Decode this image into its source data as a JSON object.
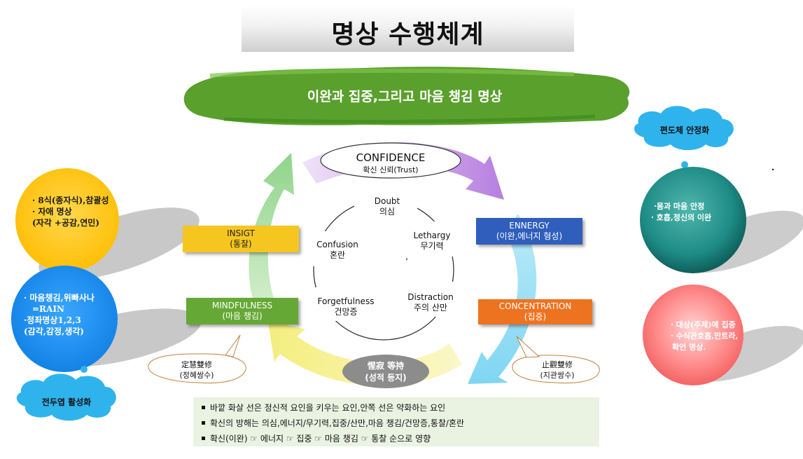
{
  "title": "명상 수행체계",
  "banner": "이완과 집중,그리고 마음 챙김 명상",
  "confidence": {
    "title": "CONFIDENCE",
    "sub": "확신 신뢰(Trust)"
  },
  "inner_cycle": {
    "doubt": [
      "Doubt",
      "의심"
    ],
    "lethargy": [
      "Lethargy",
      "무기력"
    ],
    "distraction": [
      "Distraction",
      "주의 산만"
    ],
    "forgetfulness": [
      "Forgetfulness",
      "건망증"
    ],
    "confusion": [
      "Confusion",
      "혼란"
    ],
    "comma": ","
  },
  "boxes": {
    "insight": [
      "INSIGT",
      "(통찰)"
    ],
    "mindfulness": [
      "MINDFULNESS",
      "(마음 챙김)"
    ],
    "energy": [
      "ENNERGY",
      "(이완,에너지 형성)"
    ],
    "concentration": [
      "CONCENTRATION",
      "(집중)"
    ]
  },
  "bottom_oval": [
    "惺寂 等持",
    "(성적 등지)"
  ],
  "callouts": {
    "jeonghye": [
      "定慧雙修",
      "(정혜쌍수)"
    ],
    "jigwan": [
      "止觀雙修",
      "(지관쌍수)"
    ]
  },
  "left_yellow": [
    "· 8식(종자식),참괄성",
    "· 자애 명상",
    "(자각 +공감,연민)"
  ],
  "left_blue": [
    "· 마음챙김,위빠사나",
    "=RAIN",
    "·정좌명상1,2,3",
    "(감각,감정,생각)"
  ],
  "cloud_left": "전두엽 활성화",
  "cloud_right": "편도체 안정화",
  "right_teal": [
    "·몸과 마음 안정",
    "· 호흡,정신의 이완"
  ],
  "right_red": [
    "· 대상(주제)에 집중",
    "· 수식관호흡,만트라,",
    "확언 명상."
  ],
  "bullets": [
    "바깥 화살 선은 정신적 요인을 키우는 요인,안쪽 선은 약화하는 요인",
    "확신의 방해는 의심,에너지/무기력,집중/산만,마음 챙김/건망증,통찰/혼란",
    "확신(이완) ☞ 에너지 ☞ 집중 ☞ 마음 챙김 ☞ 통찰 순으로 영향"
  ],
  "colors": {
    "banner_green": "#5aa02c",
    "confidence_arrow": "#b77fe0",
    "energy_arrow": "#7fd6f2",
    "bottom_arrow": "#f4ee7e",
    "insight_arrow": "#8fd48a",
    "insight_box": "#f5c61f",
    "mindfulness_box": "#66a835",
    "energy_box": "#2f5ebc",
    "concentration_box": "#ee7320",
    "left_yellow_circle": "#ffc400",
    "left_blue_circle": "#1d8ff0",
    "cloud_blue": "#2fb3ec",
    "right_teal": "#1e8c86",
    "right_red": "#ff6f6f"
  }
}
